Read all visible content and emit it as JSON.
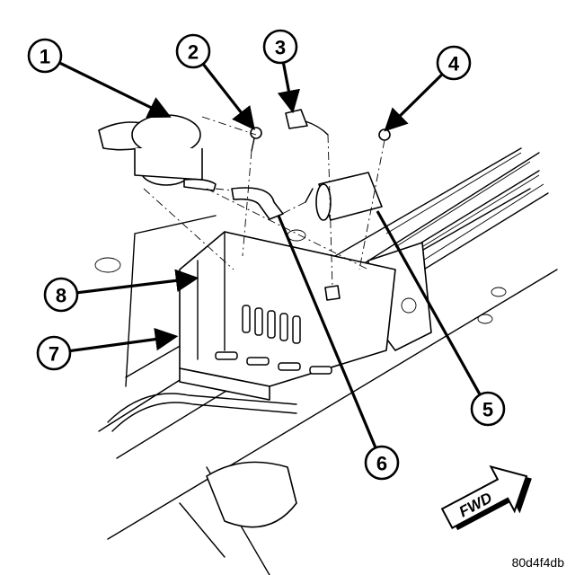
{
  "figure": {
    "callouts": [
      "1",
      "2",
      "3",
      "4",
      "5",
      "6",
      "7",
      "8"
    ],
    "direction_label": "FWD",
    "figure_id": "80d4f4db"
  },
  "colors": {
    "line": "#000000",
    "background": "#ffffff"
  }
}
